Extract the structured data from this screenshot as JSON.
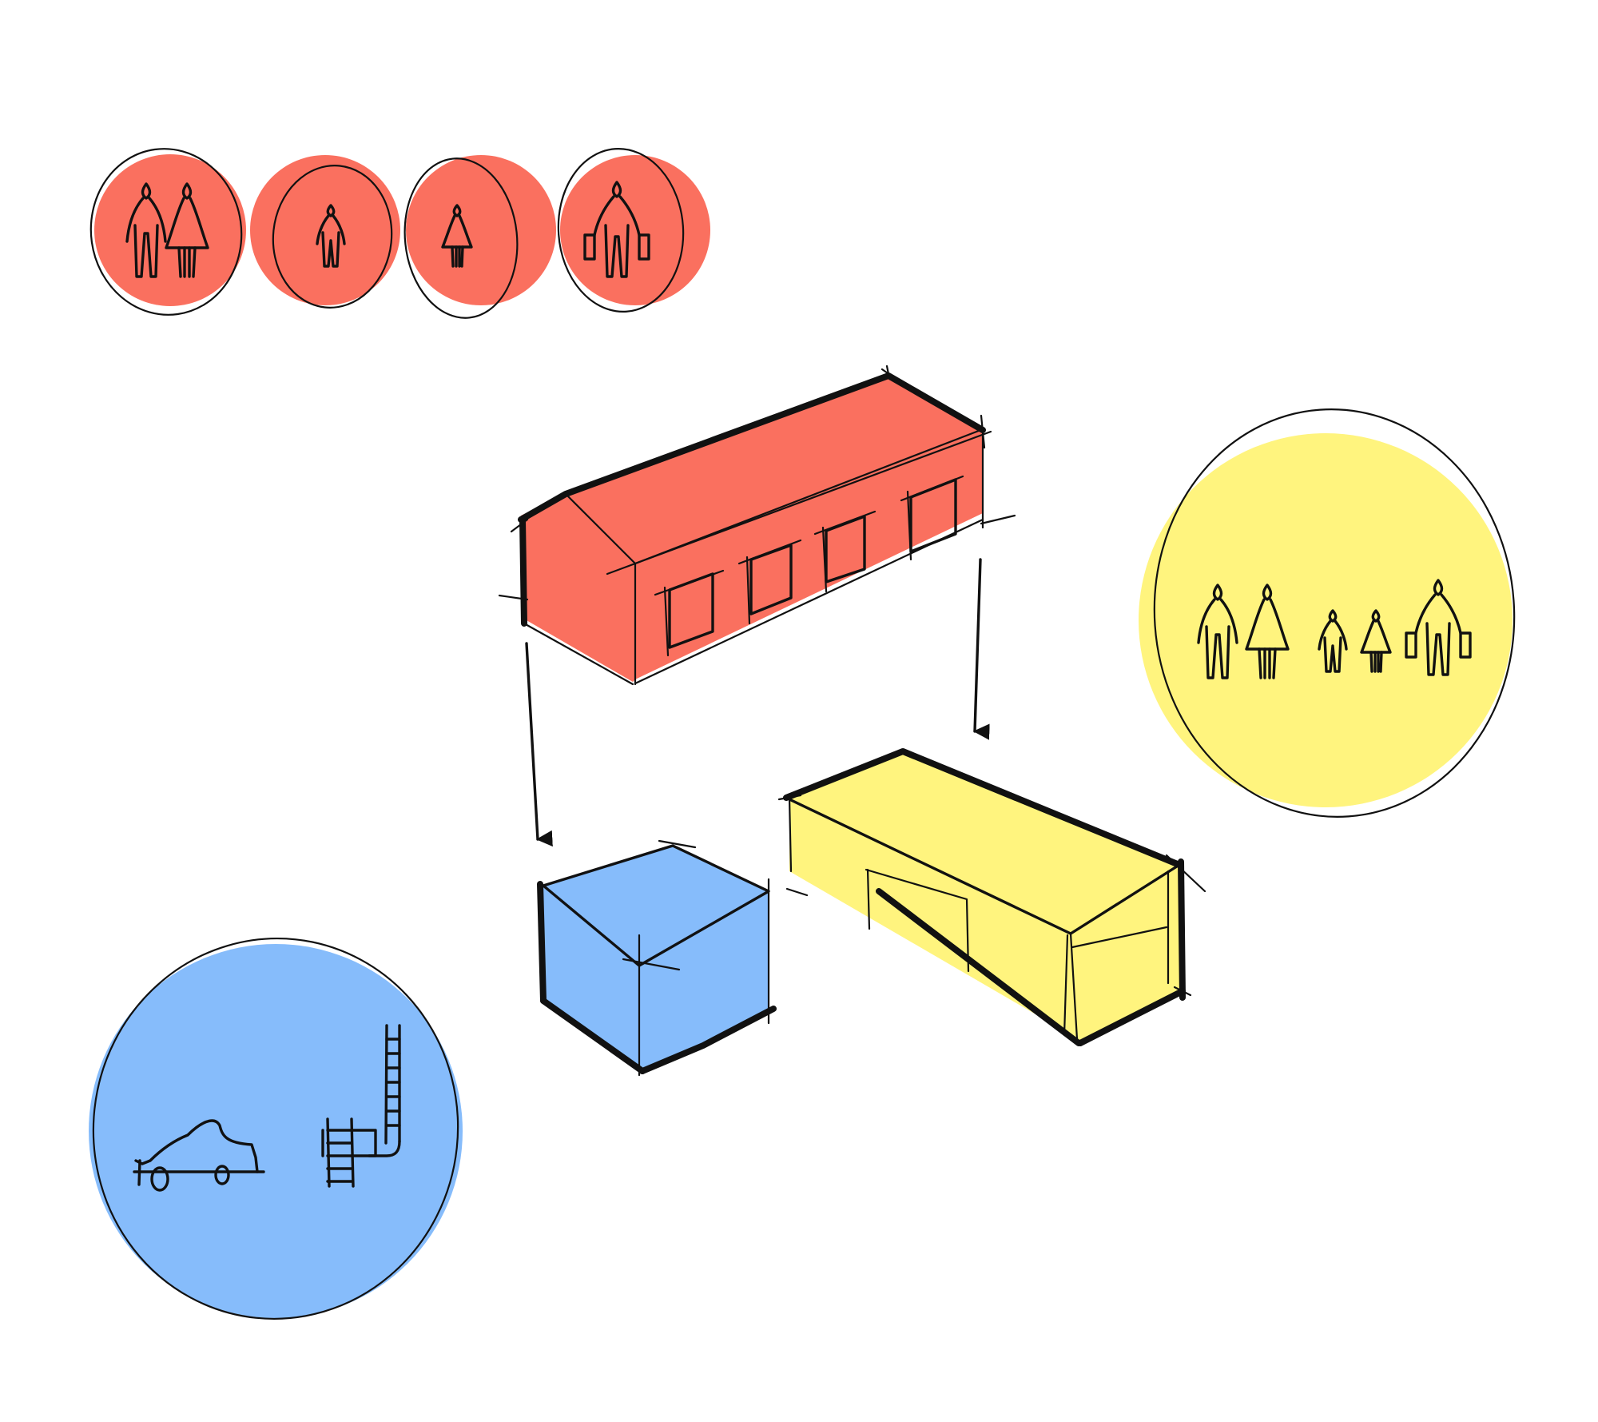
{
  "colors": {
    "red": "#FA705F",
    "yellow": "#FFF47E",
    "blue": "#86BCFB",
    "ink": "#111111",
    "background": "#FFFFFF"
  },
  "groups": {
    "red": {
      "circles": [
        {
          "people": [
            "adult",
            "adult-dress"
          ]
        },
        {
          "people": [
            "child"
          ]
        },
        {
          "people": [
            "child-dress"
          ]
        },
        {
          "people": [
            "adult-with-bags"
          ]
        }
      ],
      "building": "gabled-house"
    },
    "yellow": {
      "circles": [
        {
          "people": [
            "adult",
            "adult-dress",
            "child",
            "child-dress",
            "adult-with-bags"
          ]
        }
      ],
      "building": "long-box"
    },
    "blue": {
      "circles": [
        {
          "items": [
            "car-icon",
            "ladder-icon"
          ]
        }
      ],
      "building": "cube"
    }
  },
  "arrows": [
    {
      "from": "red-house",
      "to": "blue-cube"
    },
    {
      "from": "red-house",
      "to": "yellow-box"
    }
  ]
}
